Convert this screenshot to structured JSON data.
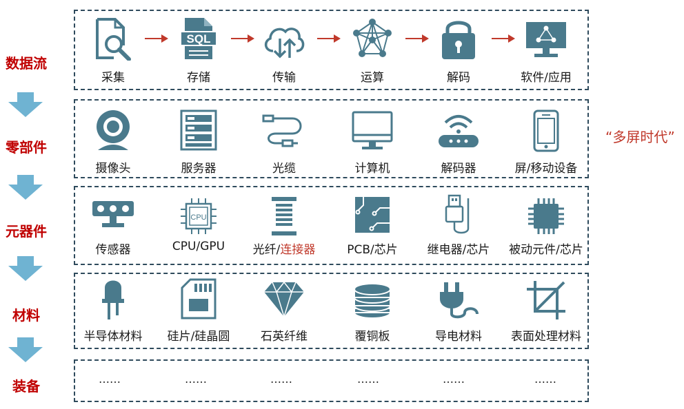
{
  "left_labels": [
    "数据流",
    "零部件",
    "元器件",
    "材料",
    "装备"
  ],
  "side_note": "“多屏时代”",
  "colors": {
    "icon": "#4a7a8c",
    "accent_red": "#c00000",
    "arrow_red": "#c0392b",
    "down_arrow": "#6fb3d2",
    "border": "#2e4a5c"
  },
  "rows": [
    {
      "items": [
        {
          "label": "采集",
          "icon": "document-search-icon"
        },
        {
          "label": "存储",
          "icon": "sql-file-icon"
        },
        {
          "label": "传输",
          "icon": "cloud-transfer-icon"
        },
        {
          "label": "运算",
          "icon": "network-nodes-icon"
        },
        {
          "label": "解码",
          "icon": "padlock-icon"
        },
        {
          "label": "软件/应用",
          "icon": "monitor-network-icon"
        }
      ]
    },
    {
      "items": [
        {
          "label": "摄像头",
          "icon": "webcam-icon"
        },
        {
          "label": "服务器",
          "icon": "server-rack-icon"
        },
        {
          "label": "光缆",
          "icon": "cable-icon"
        },
        {
          "label": "计算机",
          "icon": "desktop-monitor-icon"
        },
        {
          "label": "解码器",
          "icon": "router-icon"
        },
        {
          "label": "屏/移动设备",
          "icon": "smartphone-icon"
        }
      ]
    },
    {
      "items": [
        {
          "label": "传感器",
          "icon": "sensor-camera-icon"
        },
        {
          "label": "CPU/GPU",
          "icon": "cpu-chip-icon"
        },
        {
          "label_a": "光纤/",
          "label_b": "连接器",
          "icon": "fiber-spool-icon"
        },
        {
          "label": "PCB/芯片",
          "icon": "pcb-board-icon",
          "red": true
        },
        {
          "label": "继电器/芯片",
          "icon": "usb-connector-icon",
          "red": true
        },
        {
          "label": "被动元件/芯片",
          "icon": "chip-icon",
          "red": true
        }
      ]
    },
    {
      "items": [
        {
          "label": "半导体材料",
          "icon": "led-diode-icon"
        },
        {
          "label": "硅片/硅晶圆",
          "icon": "sd-card-icon"
        },
        {
          "label": "石英纤维",
          "icon": "diamond-icon"
        },
        {
          "label": "覆铜板",
          "icon": "coin-stack-icon"
        },
        {
          "label": "导电材料",
          "icon": "power-plug-icon",
          "red": true
        },
        {
          "label": "表面处理材料",
          "icon": "crop-icon",
          "red": true
        }
      ]
    },
    {
      "items": [
        {
          "label": "……"
        },
        {
          "label": "……"
        },
        {
          "label": "……"
        },
        {
          "label": "……"
        },
        {
          "label": "……"
        },
        {
          "label": "……"
        }
      ]
    }
  ]
}
